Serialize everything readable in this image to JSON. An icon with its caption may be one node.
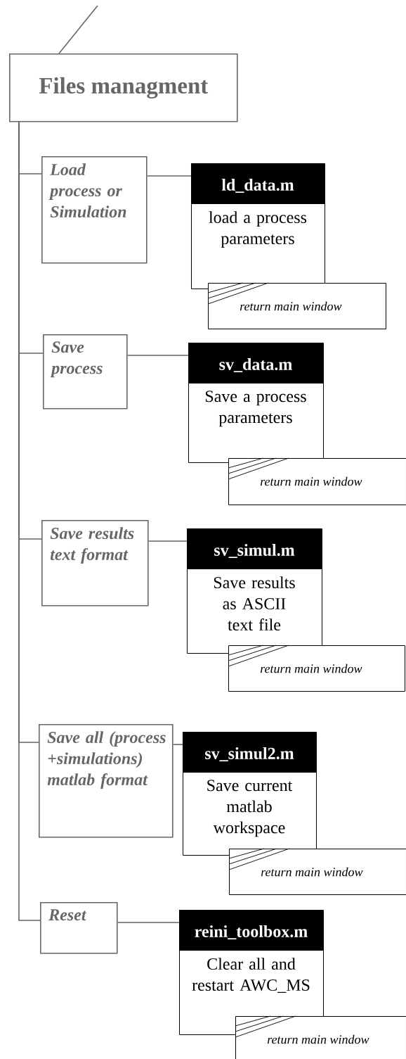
{
  "diagram": {
    "nodes": [
      {
        "text": [
          "Files managment"
        ]
      },
      {
        "text": [
          "Load process or Simulation"
        ]
      },
      {
        "text": [
          "ld_data.m",
          "load a process parameters"
        ]
      },
      {
        "text": [
          "return main window"
        ]
      },
      {
        "text": [
          "Save process"
        ]
      },
      {
        "text": [
          "sv_data.m",
          "Save a process parameters"
        ]
      },
      {
        "text": [
          "return main window"
        ]
      },
      {
        "text": [
          "Save results text format"
        ]
      },
      {
        "text": [
          "sv_simul.m",
          "Save results as ASCII text file"
        ]
      },
      {
        "text": [
          "return main window"
        ]
      },
      {
        "text": [
          "Save all (process +simulations) matlab format"
        ]
      },
      {
        "text": [
          "sv_simul2.m",
          "Save current matlab workspace"
        ]
      },
      {
        "text": [
          "return main window"
        ]
      },
      {
        "text": [
          "Reset"
        ]
      },
      {
        "text": [
          "reini_toolbox.m",
          "Clear all and restart AWC_MS"
        ]
      },
      {
        "text": [
          "return main window"
        ]
      }
    ],
    "edges": [
      {
        "from": null,
        "to": 0,
        "arrow": "none"
      },
      {
        "from": 0,
        "to": 1,
        "arrow": "none"
      },
      {
        "from": 1,
        "to": 2,
        "arrow": "none"
      },
      {
        "from": 0,
        "to": 4,
        "arrow": "none"
      },
      {
        "from": 4,
        "to": 5,
        "arrow": "none"
      },
      {
        "from": 0,
        "to": 7,
        "arrow": "none"
      },
      {
        "from": 7,
        "to": 8,
        "arrow": "none"
      },
      {
        "from": 0,
        "to": 10,
        "arrow": "none"
      },
      {
        "from": 10,
        "to": 11,
        "arrow": "none"
      },
      {
        "from": 0,
        "to": 13,
        "arrow": "none"
      },
      {
        "from": 13,
        "to": 14,
        "arrow": "none"
      }
    ]
  }
}
